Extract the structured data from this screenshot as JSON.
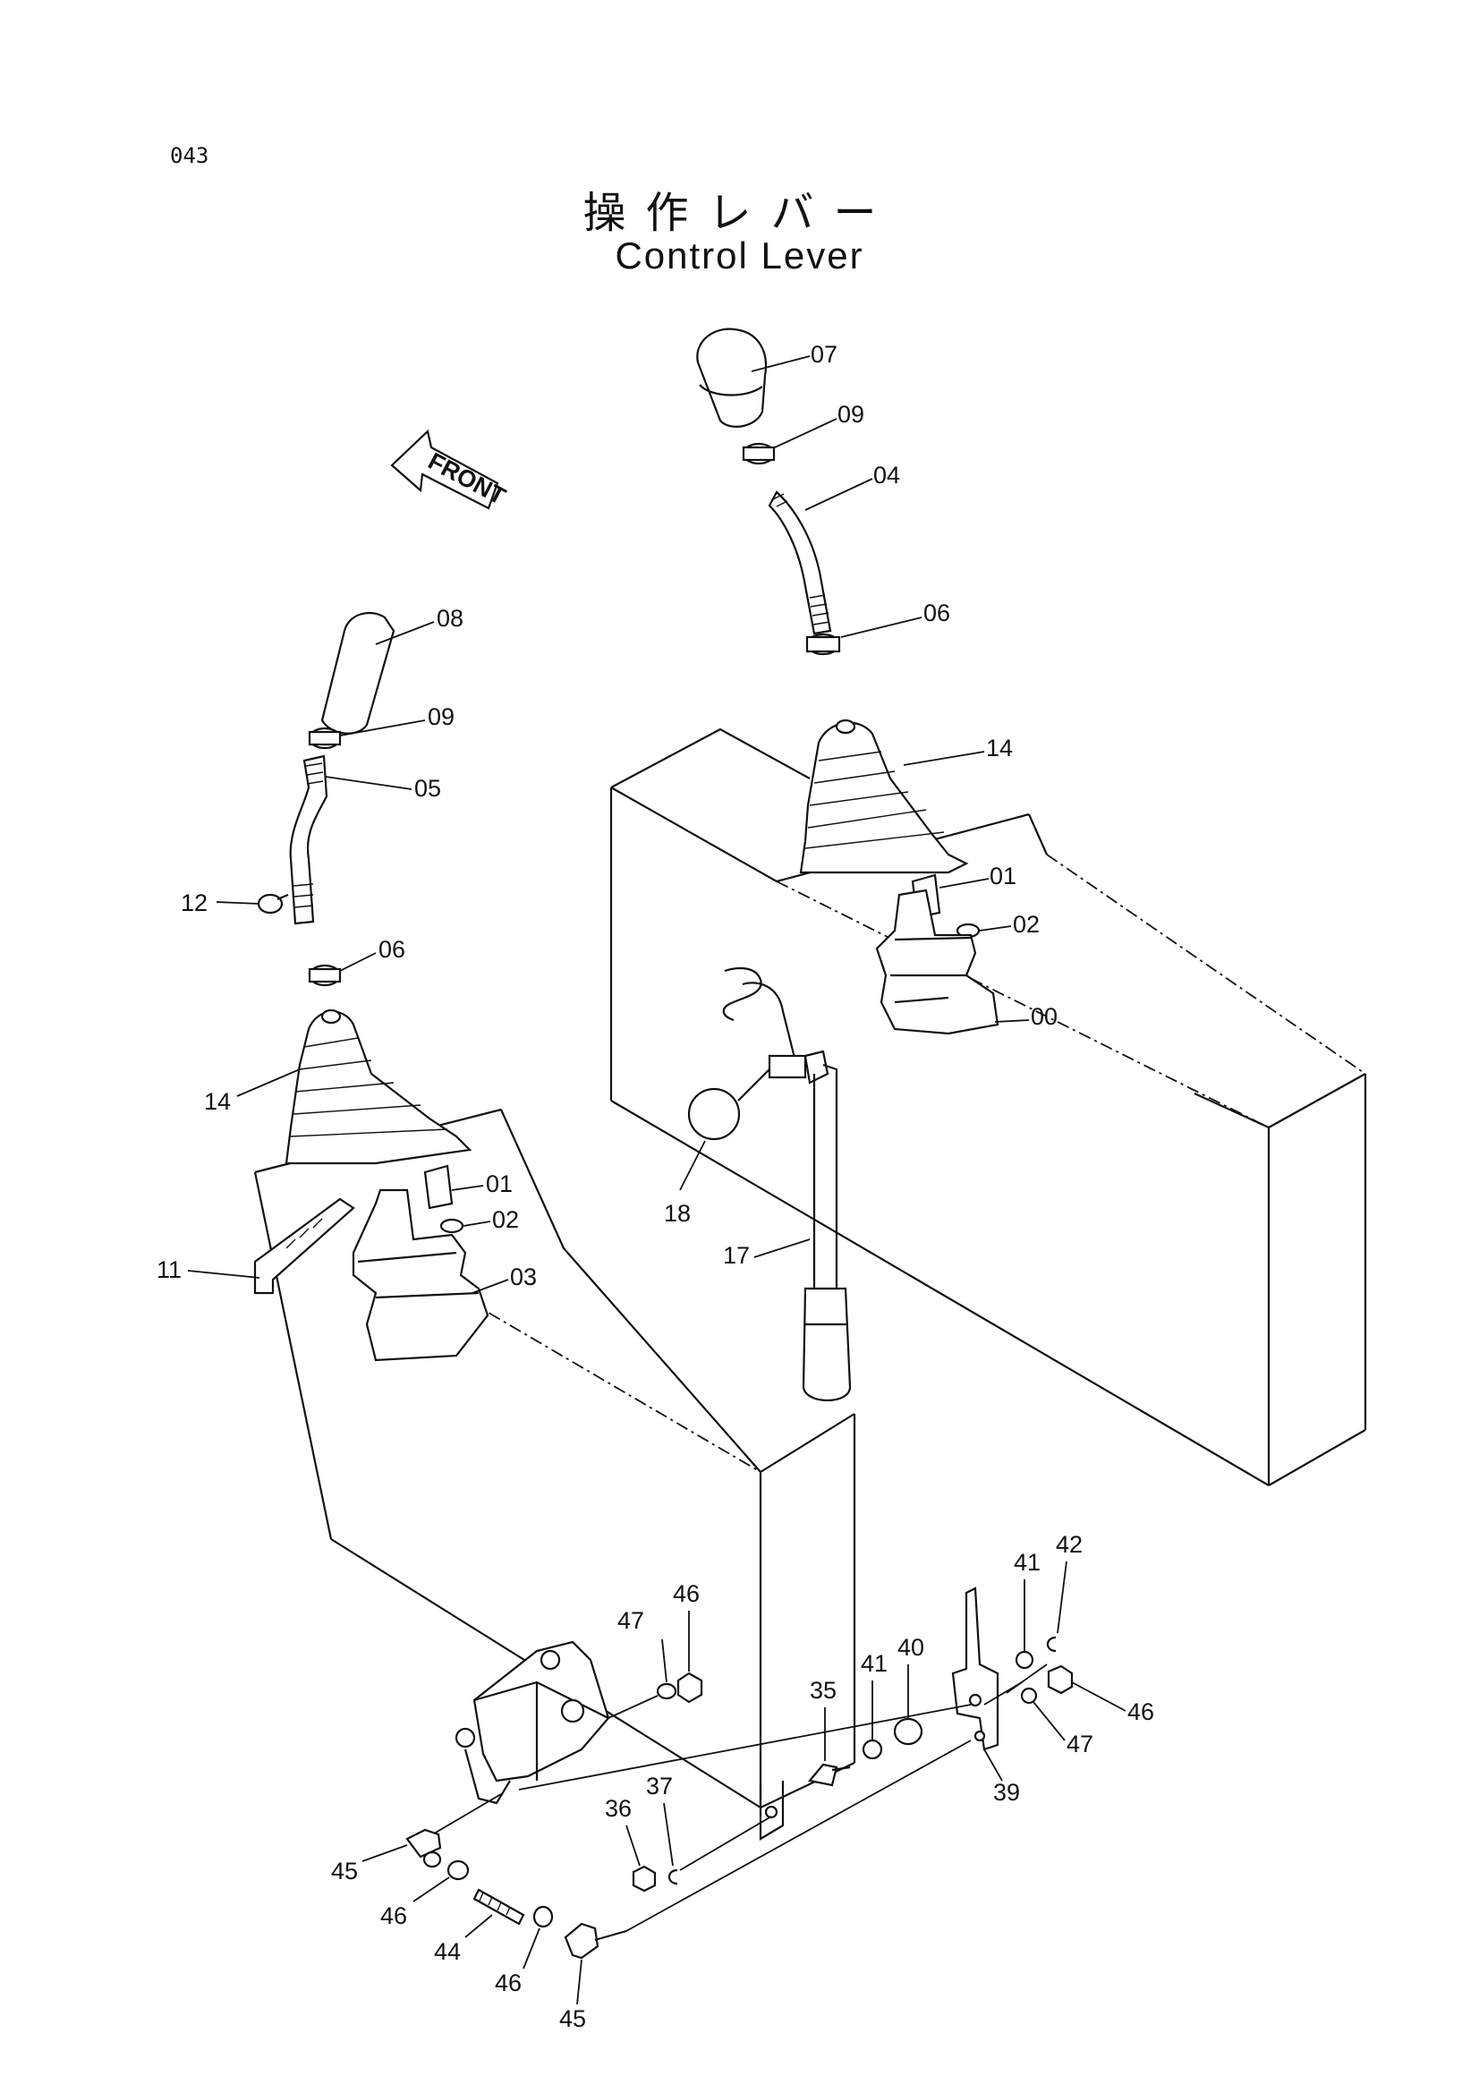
{
  "page_number": "043",
  "title_jp": "操作レバー",
  "title_en": "Control Lever",
  "front_marker": "FRONT",
  "callouts": {
    "c07": "07",
    "c09a": "09",
    "c04": "04",
    "c06a": "06",
    "c14a": "14",
    "c01a": "01",
    "c02a": "02",
    "c00": "00",
    "c08": "08",
    "c09b": "09",
    "c05": "05",
    "c12": "12",
    "c06b": "06",
    "c14b": "14",
    "c01b": "01",
    "c02b": "02",
    "c11": "11",
    "c03": "03",
    "c18": "18",
    "c17": "17",
    "c47a": "47",
    "c46a": "46",
    "c35": "35",
    "c41a": "41",
    "c40": "40",
    "c41b": "41",
    "c42": "42",
    "c46b": "46",
    "c47b": "47",
    "c39": "39",
    "c37": "37",
    "c36": "36",
    "c45a": "45",
    "c46c": "46",
    "c44": "44",
    "c46d": "46",
    "c45b": "45"
  }
}
